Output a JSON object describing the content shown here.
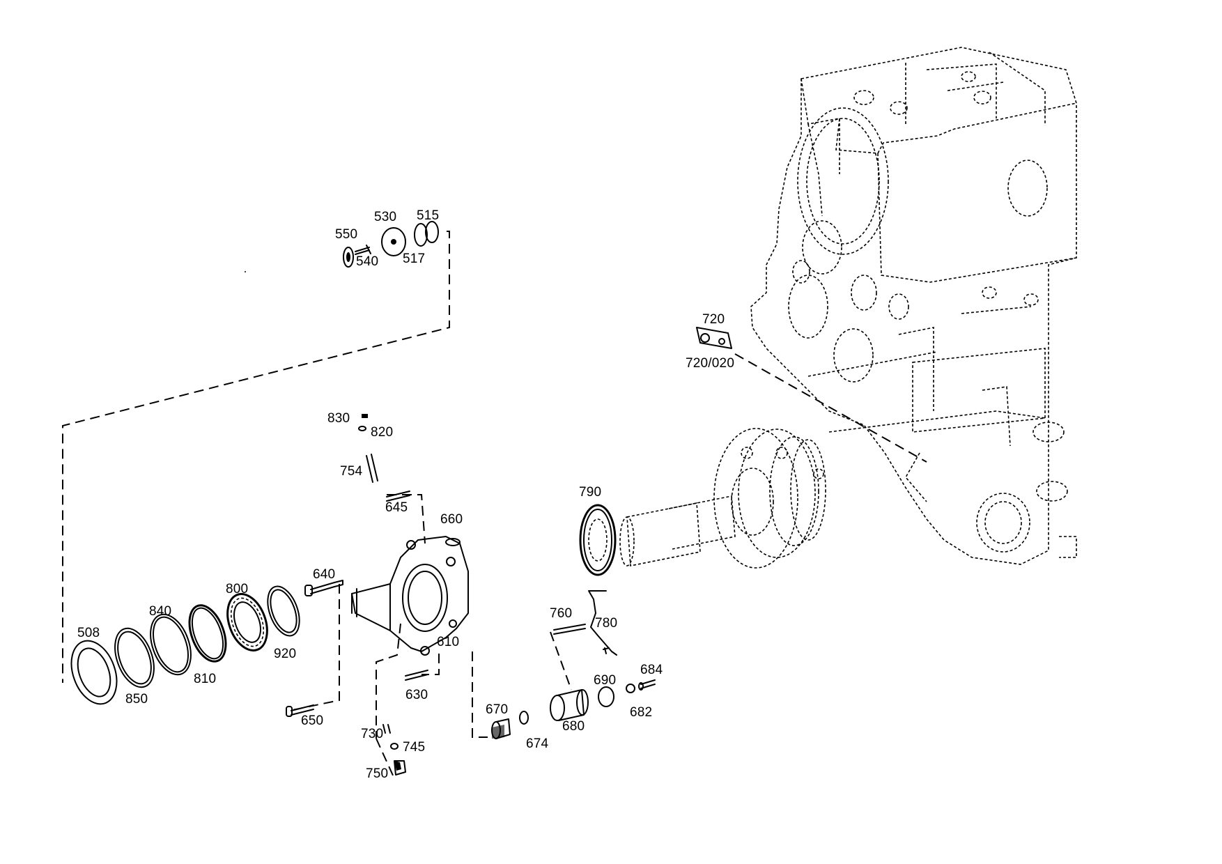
{
  "callouts": {
    "p508": "508",
    "p515": "515",
    "p517": "517",
    "p530": "530",
    "p540": "540",
    "p550": "550",
    "p610": "610",
    "p630": "630",
    "p640": "640",
    "p645": "645",
    "p650": "650",
    "p660": "660",
    "p670": "670",
    "p674": "674",
    "p680": "680",
    "p682": "682",
    "p684": "684",
    "p690": "690",
    "p720": "720",
    "p720_020": "720/020",
    "p730": "730",
    "p745": "745",
    "p750": "750",
    "p754": "754",
    "p760": "760",
    "p780": "780",
    "p790": "790",
    "p800": "800",
    "p810": "810",
    "p820": "820",
    "p830": "830",
    "p840": "840",
    "p850": "850",
    "p920": "920"
  },
  "colors": {
    "ink": "#000000",
    "paper": "#ffffff"
  }
}
